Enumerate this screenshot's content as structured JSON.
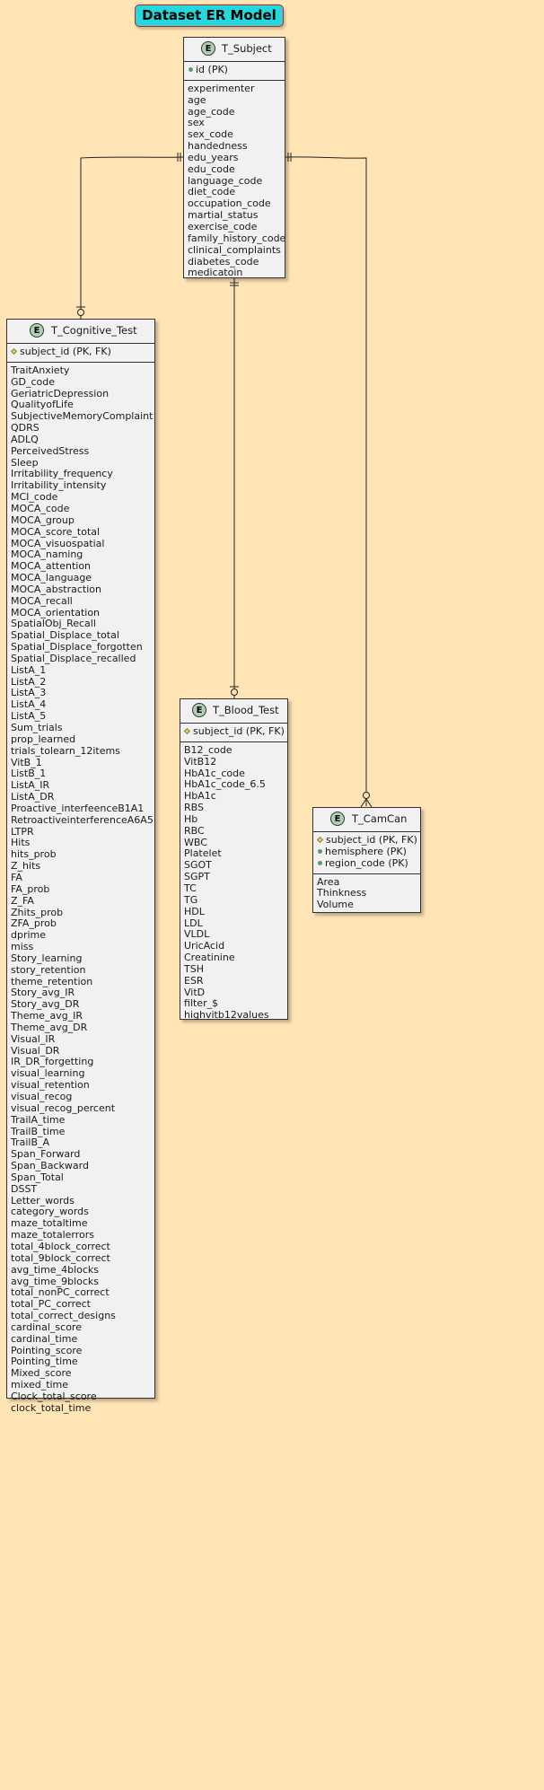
{
  "title": "Dataset ER Model",
  "entity_badge": "E",
  "entities": {
    "subject": {
      "name": "T_Subject",
      "keys": [
        {
          "label": "id (PK)",
          "icon": "pk-dot-icon"
        }
      ],
      "attributes": [
        "experimenter",
        "age",
        "age_code",
        "sex",
        "sex_code",
        "handedness",
        "edu_years",
        "edu_code",
        "language_code",
        "diet_code",
        "occupation_code",
        "martial_status",
        "exercise_code",
        "family_history_code",
        "clinical_complaints",
        "diabetes_code",
        "medicatoin"
      ]
    },
    "cognitive": {
      "name": "T_Cognitive_Test",
      "keys": [
        {
          "label": "subject_id (PK, FK)",
          "icon": "fk-diamond-icon"
        }
      ],
      "attributes": [
        "TraitAnxiety",
        "GD_code",
        "GeriatricDepression",
        "QualityofLife",
        "SubjectiveMemoryComplaint",
        "QDRS",
        "ADLQ",
        "PerceivedStress",
        "Sleep",
        "Irritability_frequency",
        "Irritability_intensity",
        "MCI_code",
        "MOCA_code",
        "MOCA_group",
        "MOCA_score_total",
        "MOCA_visuospatial",
        "MOCA_naming",
        "MOCA_attention",
        "MOCA_language",
        "MOCA_abstraction",
        "MOCA_recall",
        "MOCA_orientation",
        "SpatialObj_Recall",
        "Spatial_Displace_total",
        "Spatial_Displace_forgotten",
        "Spatial_Displace_recalled",
        "ListA_1",
        "ListA_2",
        "ListA_3",
        "ListA_4",
        "ListA_5",
        "Sum_trials",
        "prop_learned",
        "trials_tolearn_12items",
        "VitB_1",
        "ListB_1",
        "ListA_IR",
        "ListA_DR",
        "Proactive_interfeenceB1A1",
        "RetroactiveinterferenceA6A5",
        "LTPR",
        "Hits",
        "hits_prob",
        "Z_hits",
        "FA",
        "FA_prob",
        "Z_FA",
        "Zhits_prob",
        "ZFA_prob",
        "dprime",
        "miss",
        "Story_learning",
        "story_retention",
        "theme_retention",
        "Story_avg_IR",
        "Story_avg_DR",
        "Theme_avg_IR",
        "Theme_avg_DR",
        "Visual_IR",
        "Visual_DR",
        "IR_DR_forgetting",
        "visual_learning",
        "visual_retention",
        "visual_recog",
        "visual_recog_percent",
        "TrailA_time",
        "TrailB_time",
        "TrailB_A",
        "Span_Forward",
        "Span_Backward",
        "Span_Total",
        "DSST",
        "Letter_words",
        "category_words",
        "maze_totaltime",
        "maze_totalerrors",
        "total_4block_correct",
        "total_9block_correct",
        "avg_time_4blocks",
        "avg_time_9blocks",
        "total_nonPC_correct",
        "total_PC_correct",
        "total_correct_designs",
        "cardinal_score",
        "cardinal_time",
        "Pointing_score",
        "Pointing_time",
        "Mixed_score",
        "mixed_time",
        "Clock_total_score",
        "clock_total_time"
      ]
    },
    "blood": {
      "name": "T_Blood_Test",
      "keys": [
        {
          "label": "subject_id (PK, FK)",
          "icon": "fk-diamond-icon"
        }
      ],
      "attributes": [
        "B12_code",
        "VitB12",
        "HbA1c_code",
        "HbA1c_code_6.5",
        "HbA1c",
        "RBS",
        "Hb",
        "RBC",
        "WBC",
        "Platelet",
        "SGOT",
        "SGPT",
        "TC",
        "TG",
        "HDL",
        "LDL",
        "VLDL",
        "UricAcid",
        "Creatinine",
        "TSH",
        "ESR",
        "VitD",
        "filter_$",
        "highvitb12values"
      ]
    },
    "camcan": {
      "name": "T_CamCan",
      "keys": [
        {
          "label": "subject_id (PK, FK)",
          "icon": "fk-diamond-icon"
        },
        {
          "label": "hemisphere (PK)",
          "icon": "pk-dot-icon"
        },
        {
          "label": "region_code (PK)",
          "icon": "pk-dot-icon"
        }
      ],
      "attributes": [
        "Area",
        "Thinkness",
        "Volume"
      ]
    }
  },
  "relationships": [
    {
      "from": "T_Subject",
      "to": "T_Cognitive_Test",
      "from_end": "exactly-one",
      "to_end": "zero-or-one"
    },
    {
      "from": "T_Subject",
      "to": "T_Blood_Test",
      "from_end": "exactly-one",
      "to_end": "zero-or-one"
    },
    {
      "from": "T_Subject",
      "to": "T_CamCan",
      "from_end": "exactly-one",
      "to_end": "zero-or-many"
    }
  ],
  "colors": {
    "background": "#FFE4B5",
    "title_fill": "#24D8DE",
    "title_border": "#D11A1A",
    "entity_fill": "#F1F1F1",
    "badge_fill": "#ADD1B2"
  }
}
